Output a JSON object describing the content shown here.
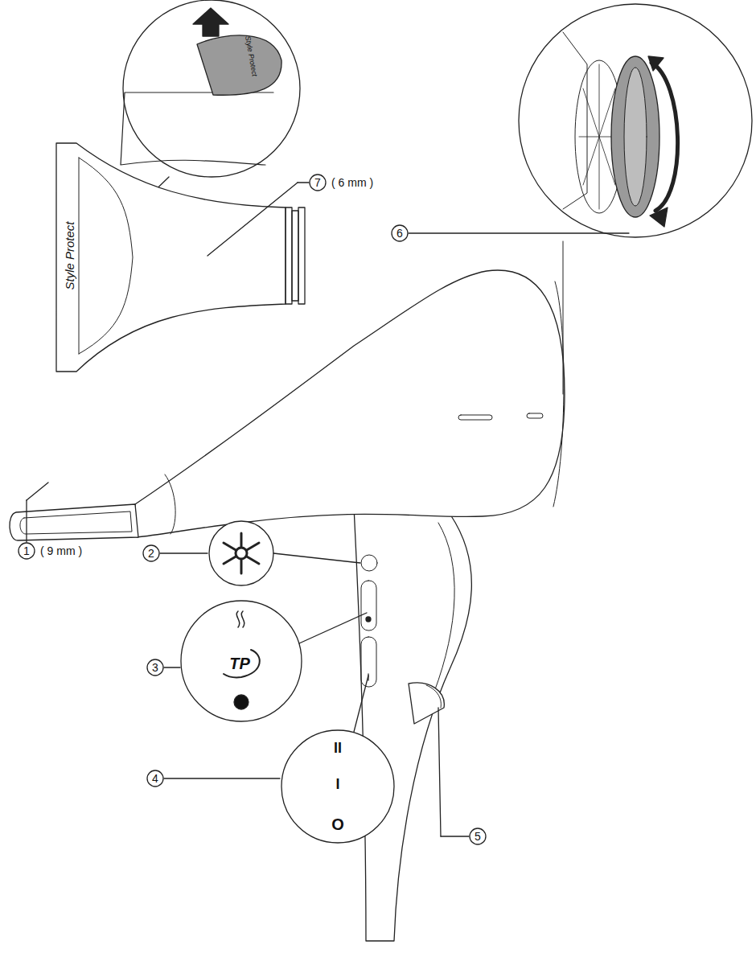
{
  "diagram": {
    "labels": [
      "Style Protect",
      "7",
      "( 6 mm )",
      "Style Protect",
      "6",
      "1",
      "( 9 mm )",
      "2",
      "3",
      "TP",
      "4",
      "II",
      "I",
      "O",
      "5"
    ]
  }
}
